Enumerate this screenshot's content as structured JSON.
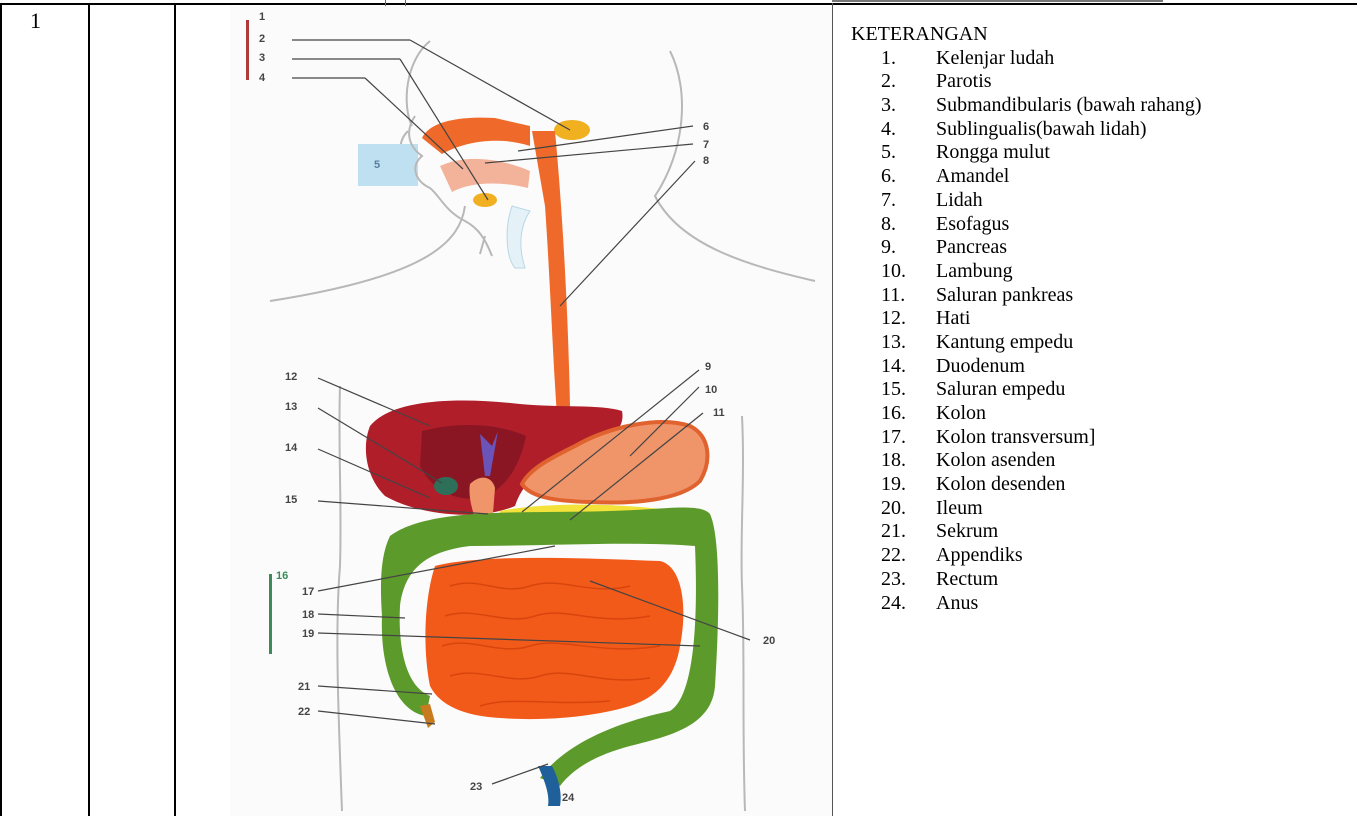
{
  "row": {
    "number": "1"
  },
  "diagram": {
    "callouts": [
      "1",
      "2",
      "3",
      "4",
      "5",
      "6",
      "7",
      "8",
      "9",
      "10",
      "11",
      "12",
      "13",
      "14",
      "15",
      "16",
      "17",
      "18",
      "19",
      "20",
      "21",
      "22",
      "23",
      "24"
    ]
  },
  "legend": {
    "title": "KETERANGAN",
    "items": [
      {
        "num": "1.",
        "text": "Kelenjar ludah"
      },
      {
        "num": "2.",
        "text": "Parotis"
      },
      {
        "num": "3.",
        "text": "Submandibularis (bawah rahang)"
      },
      {
        "num": "4.",
        "text": "Sublingualis(bawah lidah)"
      },
      {
        "num": "5.",
        "text": "Rongga mulut"
      },
      {
        "num": "6.",
        "text": "Amandel"
      },
      {
        "num": "7.",
        "text": "Lidah"
      },
      {
        "num": "8.",
        "text": "Esofagus"
      },
      {
        "num": "9.",
        "text": "Pancreas"
      },
      {
        "num": "10.",
        "text": "Lambung"
      },
      {
        "num": "11.",
        "text": "Saluran pankreas"
      },
      {
        "num": "12.",
        "text": "Hati"
      },
      {
        "num": "13.",
        "text": "Kantung empedu"
      },
      {
        "num": "14.",
        "text": "Duodenum"
      },
      {
        "num": "15.",
        "text": "Saluran empedu"
      },
      {
        "num": "16.",
        "text": "Kolon"
      },
      {
        "num": "17.",
        "text": "Kolon transversum]"
      },
      {
        "num": "18.",
        "text": "Kolon asenden"
      },
      {
        "num": "19.",
        "text": "Kolon desenden"
      },
      {
        "num": "20.",
        "text": "Ileum"
      },
      {
        "num": "21.",
        "text": "Sekrum"
      },
      {
        "num": "22.",
        "text": "Appendiks"
      },
      {
        "num": "23.",
        "text": "Rectum"
      },
      {
        "num": "24.",
        "text": "Anus"
      }
    ]
  },
  "colors": {
    "esophagus": "#ef6a2a",
    "liver": "#b01e2a",
    "stomach": "#f0956a",
    "colon": "#5d9a2c",
    "small_intestine": "#f25a1a",
    "pancreas": "#f2e23a",
    "gland": "#f0b020",
    "mouth_box": "#bfe0f0",
    "rectum": "#1f5f9a"
  }
}
